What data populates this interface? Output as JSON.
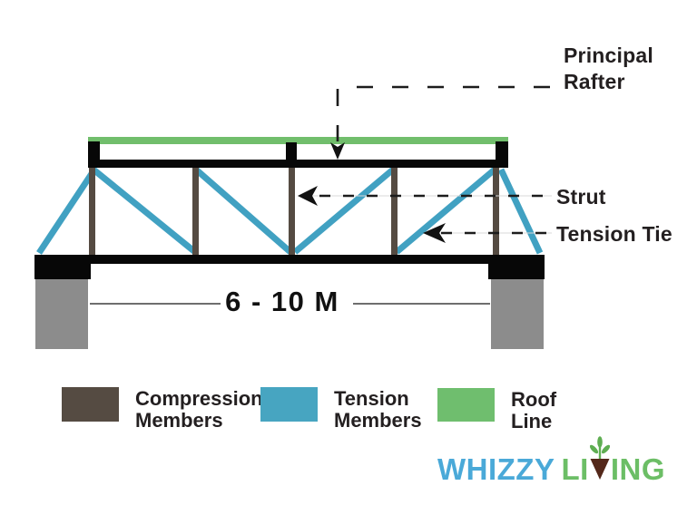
{
  "diagram": {
    "annotations": {
      "principal_rafter": "Principal Rafter",
      "strut": "Strut",
      "tension_tie": "Tension Tie",
      "span": "6 - 10 M"
    },
    "members": {
      "compression_color": "#554B42",
      "tension_color": "#41A1C2",
      "roof_color": "#71BE6C",
      "frame_color": "#070707",
      "pier_color": "#8C8C8C"
    }
  },
  "legend": {
    "items": [
      {
        "id": "compression-members",
        "label": "Compression\nMembers",
        "color": "#554B42"
      },
      {
        "id": "tension-members",
        "label": "Tension\nMembers",
        "color": "#47A5C1"
      },
      {
        "id": "roof-line",
        "label": "Roof\nLine",
        "color": "#6FBE6E"
      }
    ]
  },
  "logo": {
    "word1": "WHIZZY",
    "word2_before_icon": "LI",
    "word2_after_icon": "ING",
    "word1_color": "#4AA9D8",
    "word2_color": "#6CBE66",
    "soil_color": "#54281A",
    "leaf_color": "#5FAE52"
  }
}
